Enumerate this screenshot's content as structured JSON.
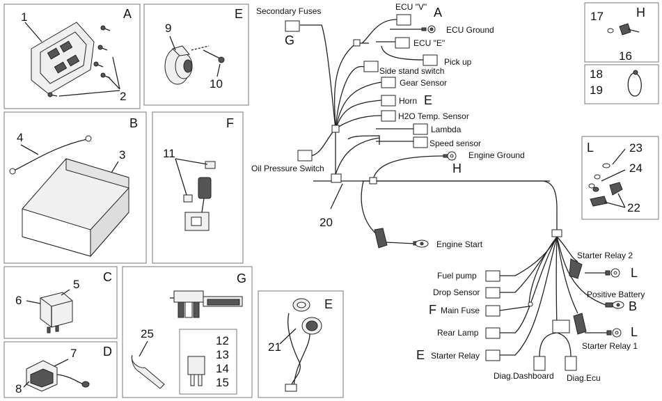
{
  "panels": {
    "A": {
      "letter": "A",
      "nums": [
        "1",
        "2"
      ]
    },
    "E": {
      "letter": "E",
      "nums": [
        "9",
        "10"
      ]
    },
    "B": {
      "letter": "B",
      "nums": [
        "4",
        "3"
      ]
    },
    "F": {
      "letter": "F",
      "nums": [
        "11"
      ]
    },
    "C": {
      "letter": "C",
      "nums": [
        "5",
        "6"
      ]
    },
    "D": {
      "letter": "D",
      "nums": [
        "7",
        "8"
      ]
    },
    "G": {
      "letter": "G",
      "nums": [
        "25",
        "12",
        "13",
        "14",
        "15"
      ]
    },
    "E2": {
      "letter": "E",
      "nums": [
        "21"
      ]
    },
    "H": {
      "letter": "H",
      "nums": [
        "17",
        "16"
      ]
    },
    "H2": {
      "nums": [
        "18",
        "19"
      ]
    },
    "L": {
      "letter": "L",
      "nums": [
        "23",
        "24",
        "22"
      ]
    }
  },
  "wiring": {
    "secondary_fuses": "Secondary Fuses",
    "ecu_v": "ECU \"V\"",
    "ecu_ground": "ECU Ground",
    "ecu_e": "ECU \"E\"",
    "pick_up": "Pick up",
    "side_stand": "Side stand switch",
    "gear_sensor": "Gear Sensor",
    "horn": "Horn",
    "h2o": "H2O Temp. Sensor",
    "lambda": "Lambda",
    "speed_sensor": "Speed sensor",
    "engine_ground": "Engine Ground",
    "oil_pressure": "Oil Pressure Switch",
    "engine_start": "Engine Start",
    "starter_relay_2": "Starter Relay 2",
    "positive_battery": "Positive Battery",
    "starter_relay_1": "Starter Relay 1",
    "fuel_pump": "Fuel pump",
    "drop_sensor": "Drop Sensor",
    "main_fuse": "Main Fuse",
    "rear_lamp": "Rear Lamp",
    "starter_relay": "Starter Relay",
    "diag_dashboard": "Diag.Dashboard",
    "diag_ecu": "Diag.Ecu",
    "n20": "20",
    "l_G": "G",
    "l_A": "A",
    "l_E": "E",
    "l_H": "H",
    "l_F": "F",
    "l_E2": "E",
    "l_L1": "L",
    "l_B": "B",
    "l_L2": "L"
  }
}
